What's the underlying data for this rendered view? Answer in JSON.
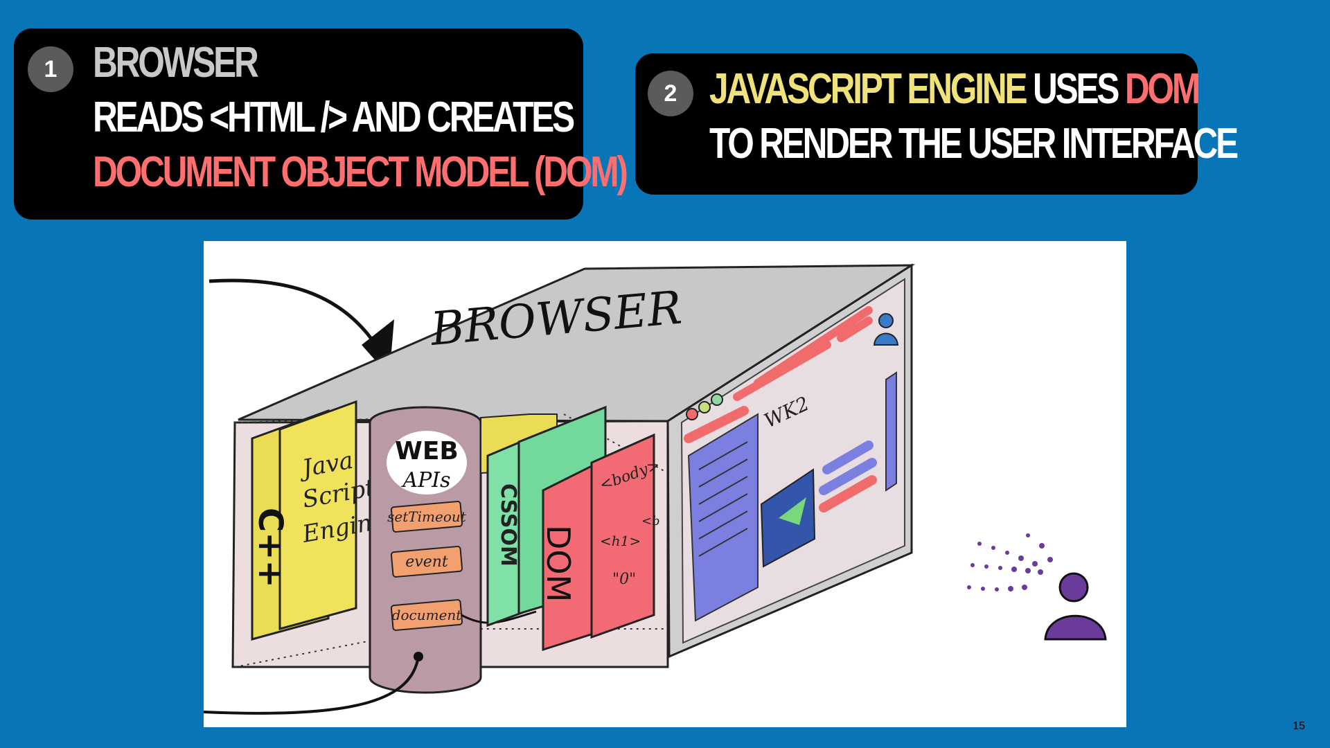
{
  "callout_1": {
    "number": "1",
    "line_1": "BROWSER",
    "line_2": "READS <HTML /> AND CREATES",
    "line_3": "DOCUMENT OBJECT MODEL (DOM)"
  },
  "callout_2": {
    "number": "2",
    "line_1_a": "JAVASCRIPT ENGINE",
    "line_1_b": " USES ",
    "line_1_c": "DOM",
    "line_2": "TO RENDER THE USER INTERFACE"
  },
  "illustration": {
    "browser_label": "BROWSER",
    "engine_lang": "C++",
    "engine_name_1": "Java",
    "engine_name_2": "Script",
    "engine_name_3": "Engine",
    "web_apis_1": "WEB",
    "web_apis_2": "APIs",
    "api_items": [
      "setTimeout",
      "event",
      "document"
    ],
    "cssom_label": "CSSOM",
    "dom_label": "DOM",
    "dom_tree_body": "<body>",
    "dom_tree_h1": "<h1>",
    "dom_tree_b": "<b",
    "dom_tree_text": "\"0\"",
    "screen_heading": "WK2"
  },
  "colors": {
    "background": "#0775b6",
    "callout_bg": "#000000",
    "coral": "#ff6f6f",
    "yellow": "#efe27a",
    "gray_text": "#c9c9c9"
  },
  "page_number": "15"
}
